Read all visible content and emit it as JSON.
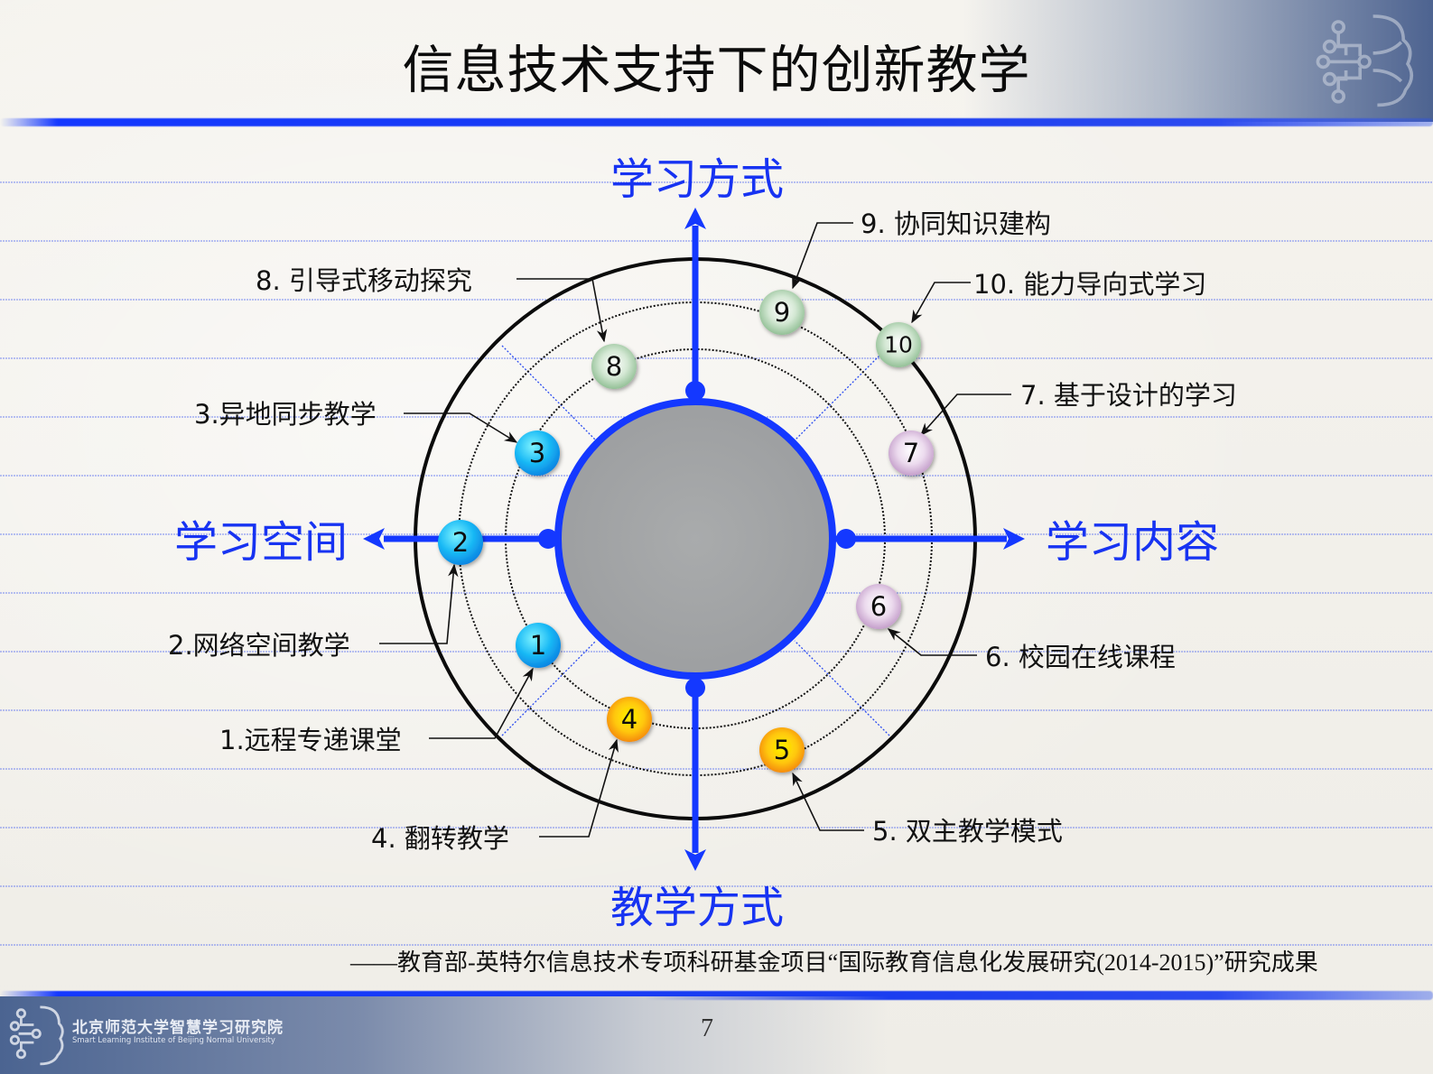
{
  "slide": {
    "title": "信息技术支持下的创新教学",
    "page_number": "7",
    "credit": "——教育部-英特尔信息技术专项科研基金项目“国际教育信息化发展研究(2014-2015)”研究成果",
    "footer": {
      "institute_cn": "北京师范大学智慧学习研究院",
      "institute_en": "Smart Learning Institute of Beijing Normal University"
    },
    "colors": {
      "axis_blue": "#1438ff",
      "center_fill": "#a4a6a7",
      "ball_cyan": "#18a8f2",
      "ball_green": "#8fbf93",
      "ball_purple": "#c9a3cf",
      "ball_orange": "#f7a314"
    }
  },
  "axes": {
    "top": "学习方式",
    "bottom": "教学方式",
    "left": "学习空间",
    "right": "学习内容"
  },
  "items": [
    {
      "num": "1",
      "label": "1.远程专递课堂",
      "color": "cyan"
    },
    {
      "num": "2",
      "label": "2.网络空间教学",
      "color": "cyan"
    },
    {
      "num": "3",
      "label": "3.异地同步教学",
      "color": "cyan"
    },
    {
      "num": "4",
      "label": "4. 翻转教学",
      "color": "orange"
    },
    {
      "num": "5",
      "label": "5. 双主教学模式",
      "color": "orange"
    },
    {
      "num": "6",
      "label": "6. 校园在线课程",
      "color": "purple"
    },
    {
      "num": "7",
      "label": "7. 基于设计的学习",
      "color": "purple"
    },
    {
      "num": "8",
      "label": "8. 引导式移动探究",
      "color": "green"
    },
    {
      "num": "9",
      "label": "9. 协同知识建构",
      "color": "green"
    },
    {
      "num": "10",
      "label": "10. 能力导向式学习",
      "color": "green"
    }
  ]
}
